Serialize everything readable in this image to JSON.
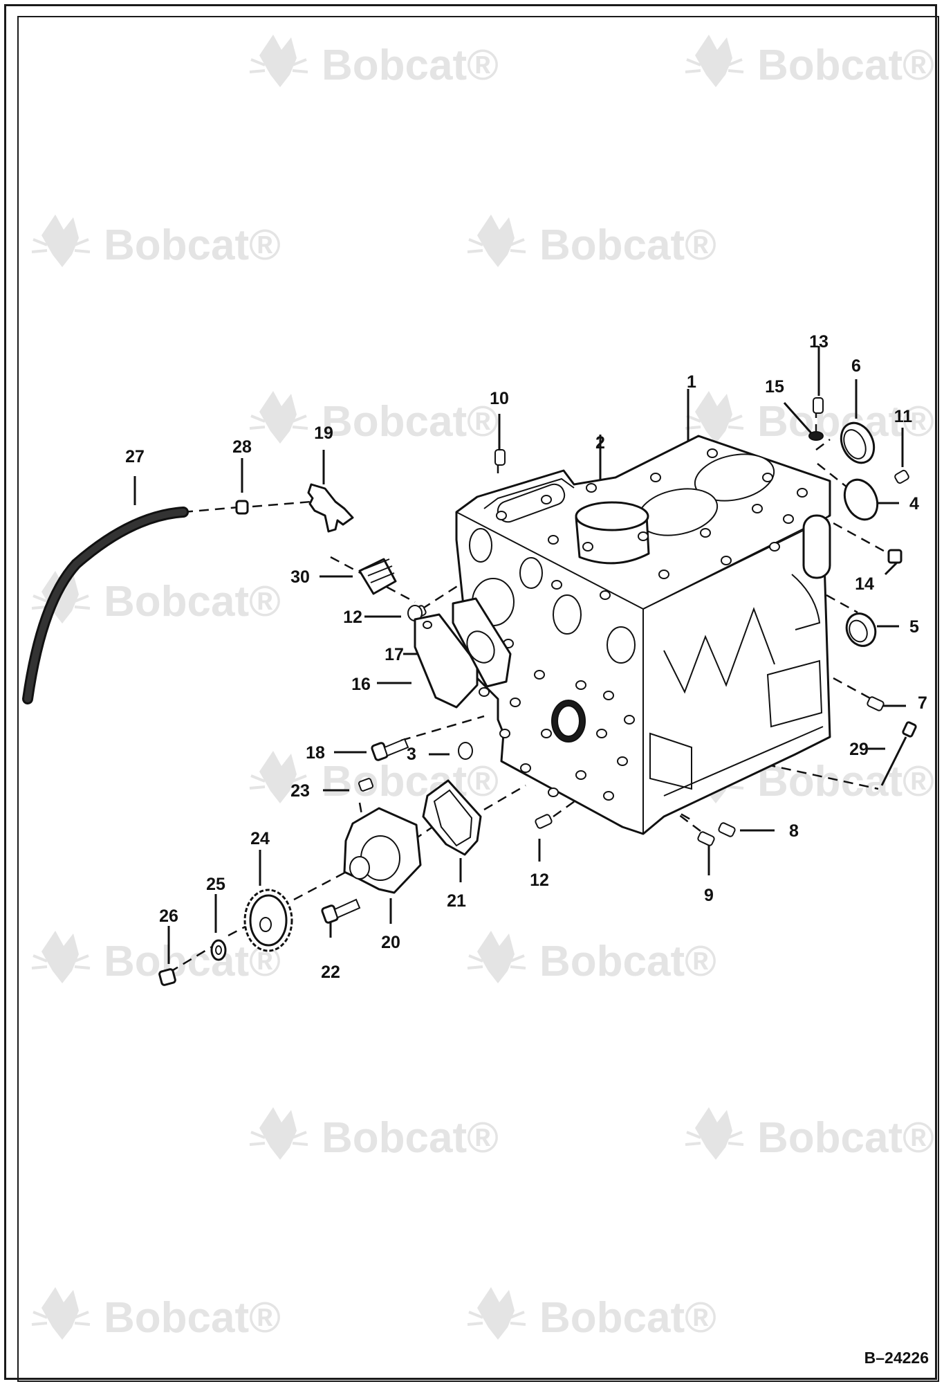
{
  "watermark": {
    "brand": "Bobcat",
    "registered": "®"
  },
  "figure_id": "B–24226",
  "callouts": [
    "1",
    "2",
    "3",
    "4",
    "5",
    "6",
    "7",
    "8",
    "9",
    "10",
    "11",
    "12",
    "12",
    "13",
    "14",
    "15",
    "16",
    "17",
    "18",
    "19",
    "20",
    "21",
    "22",
    "23",
    "24",
    "25",
    "26",
    "27",
    "28",
    "29",
    "30"
  ],
  "colors": {
    "line": "#111111",
    "watermark": "#e4e4e4",
    "background": "#ffffff"
  }
}
